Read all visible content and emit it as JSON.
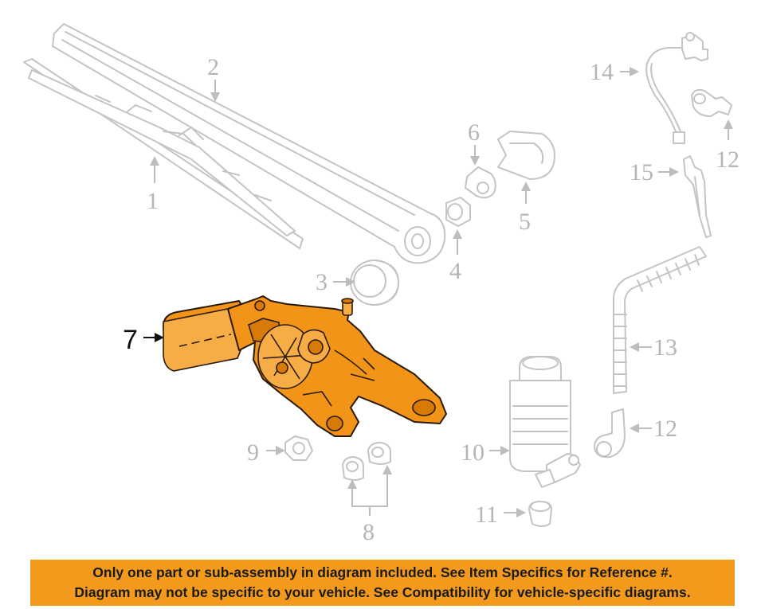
{
  "callouts": {
    "c1": "1",
    "c2": "2",
    "c3": "3",
    "c4": "4",
    "c5": "5",
    "c6": "6",
    "c7": "7",
    "c8": "8",
    "c9": "9",
    "c10": "10",
    "c11": "11",
    "c12a": "12",
    "c12b": "12",
    "c13": "13",
    "c14": "14",
    "c15": "15"
  },
  "notice": {
    "line1": "Only one part or sub-assembly in diagram included. See Item Specifics for Reference #.",
    "line2": "Diagram may not be specific to your vehicle. See Compatibility for vehicle-specific diagrams."
  },
  "colors": {
    "highlight": "#f29418",
    "notice_bg": "#f39a1d",
    "line_gray": "#c4c4c4"
  }
}
